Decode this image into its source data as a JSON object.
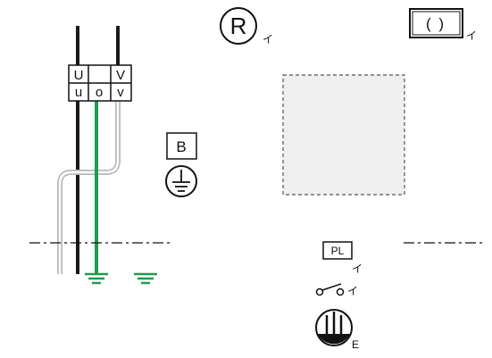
{
  "terminal_block": {
    "top_row": [
      "U",
      "",
      "V"
    ],
    "bottom_row": [
      "u",
      "o",
      "v"
    ]
  },
  "symbols": {
    "r_circle_label": "R",
    "r_circle_tag": "イ",
    "bracket_box_label": "( )",
    "bracket_box_tag": "イ",
    "b_box_label": "B",
    "pl_box_label": "PL",
    "pl_box_tag": "イ",
    "switch_tag": "イ",
    "outlet_tag": "E"
  },
  "colors": {
    "ground_wire": "#1e9c4e",
    "live_wire": "#1a1a1a",
    "neutral_wire": "#b8b8b8",
    "placeholder_fill": "#efefef"
  }
}
